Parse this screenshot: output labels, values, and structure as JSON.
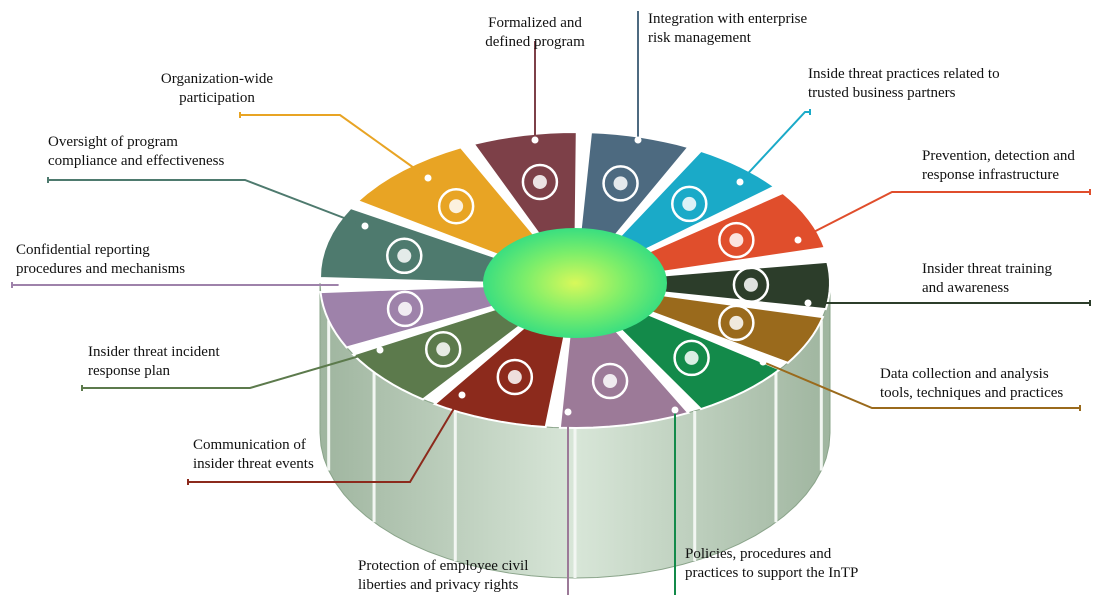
{
  "segments": [
    {
      "id": "formalized",
      "label": "Formalized and\ndefined program",
      "color": "#7d4048",
      "icon": "presentation-icon"
    },
    {
      "id": "integration",
      "label": "Integration with enterprise\nrisk management",
      "color": "#4d6a80",
      "icon": "window-grid-icon"
    },
    {
      "id": "partners",
      "label": "Inside threat practices related to\ntrusted business partners",
      "color": "#1aaac8",
      "icon": "partners-group-icon"
    },
    {
      "id": "prevention",
      "label": "Prevention, detection and\nresponse infrastructure",
      "color": "#e04e2c",
      "icon": "fire-extinguisher-icon"
    },
    {
      "id": "training",
      "label": "Insider threat training\nand awareness",
      "color": "#2c3d2a",
      "icon": "graduation-cap-icon"
    },
    {
      "id": "datacollection",
      "label": "Data collection and analysis\ntools, techniques and practices",
      "color": "#9a6a1c",
      "icon": "wrench-icon"
    },
    {
      "id": "policies",
      "label": "Policies, procedures and\npractices to support the InTP",
      "color": "#138a4a",
      "icon": "folder-icon"
    },
    {
      "id": "protection",
      "label": "Protection of employee civil\nliberties and privacy rights",
      "color": "#9c7a98",
      "icon": "balance-scale-icon"
    },
    {
      "id": "communication",
      "label": "Communication of\ninsider threat events",
      "color": "#8c2a1c",
      "icon": "newspaper-icon"
    },
    {
      "id": "incident",
      "label": "Insider threat incident\nresponse plan",
      "color": "#5c7a4c",
      "icon": "umbrella-icon"
    },
    {
      "id": "reporting",
      "label": "Confidential reporting\nprocedures and mechanisms",
      "color": "#9e82aa",
      "icon": "no-entry-icon"
    },
    {
      "id": "oversight",
      "label": "Oversight of program\ncompliance and effectiveness",
      "color": "#4e7a6e",
      "icon": "eye-icon"
    },
    {
      "id": "participation",
      "label": "Organization-wide\nparticipation",
      "color": "#e8a424",
      "icon": "people-group-icon"
    }
  ],
  "colors": {
    "center_green": "#4ce884",
    "center_yellow": "#c8f03c",
    "cylinder_wall": "#b8ccb8",
    "connector": "#e8eef0"
  }
}
